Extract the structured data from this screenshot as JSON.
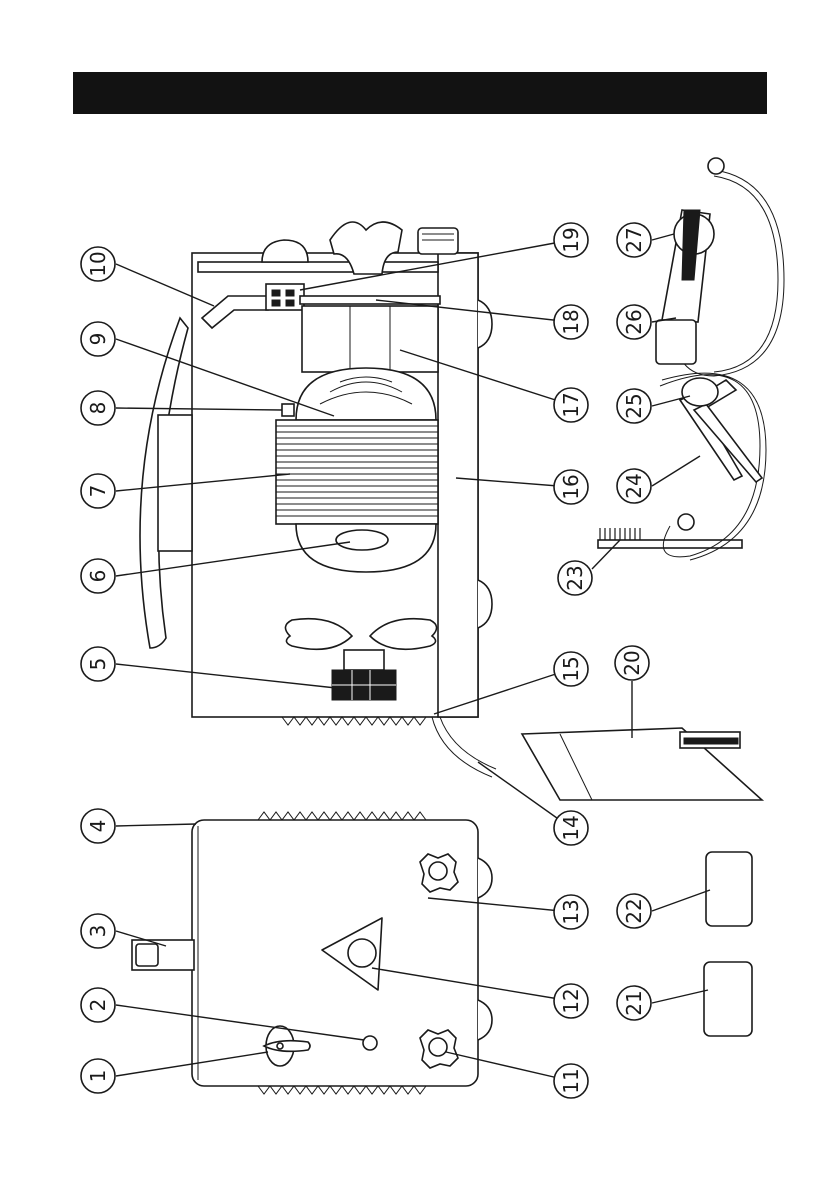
{
  "colors": {
    "header": "#121212",
    "ink": "#1a1a1a",
    "paper": "#ffffff"
  },
  "callouts": [
    {
      "id": "1",
      "label": "1"
    },
    {
      "id": "2",
      "label": "2"
    },
    {
      "id": "3",
      "label": "3"
    },
    {
      "id": "4",
      "label": "4"
    },
    {
      "id": "5",
      "label": "5"
    },
    {
      "id": "6",
      "label": "6"
    },
    {
      "id": "7",
      "label": "7"
    },
    {
      "id": "8",
      "label": "8"
    },
    {
      "id": "9",
      "label": "9"
    },
    {
      "id": "10",
      "label": "10"
    },
    {
      "id": "11",
      "label": "11"
    },
    {
      "id": "12",
      "label": "12"
    },
    {
      "id": "13",
      "label": "13"
    },
    {
      "id": "14",
      "label": "14"
    },
    {
      "id": "15",
      "label": "15"
    },
    {
      "id": "16",
      "label": "16"
    },
    {
      "id": "17",
      "label": "17"
    },
    {
      "id": "18",
      "label": "18"
    },
    {
      "id": "19",
      "label": "19"
    },
    {
      "id": "20",
      "label": "20"
    },
    {
      "id": "21",
      "label": "21"
    },
    {
      "id": "22",
      "label": "22"
    },
    {
      "id": "23",
      "label": "23"
    },
    {
      "id": "24",
      "label": "24"
    },
    {
      "id": "25",
      "label": "25"
    },
    {
      "id": "26",
      "label": "26"
    },
    {
      "id": "27",
      "label": "27"
    }
  ]
}
